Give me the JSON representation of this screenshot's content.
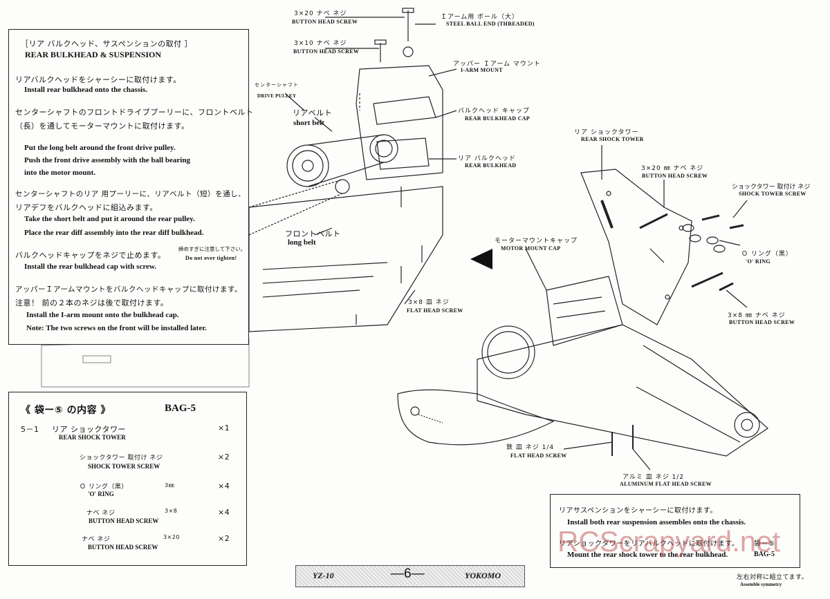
{
  "instructions": {
    "title_jp": "［リア バルクヘッド、サスペンションの取付 ］",
    "title_en": "REAR BULKHEAD & SUSPENSION",
    "s1_jp": "リアバルクヘッドをシャーシーに取付けます。",
    "s1_en": "Install rear bulkhead onto the chassis.",
    "s2_jp1": "センターシャフトのフロントドライブプーリーに、フロントベルト",
    "s2_jp2": "（長）を通してモーターマウントに取付けます。",
    "s2_en1": "Put the long belt  around the front drive pulley.",
    "s2_en2": "Push the front drive assembly with the ball bearing",
    "s2_en3": "into the motor mount.",
    "s3_jp1": "センターシャフトのリア  用プーリーに、リアベルト（短）を通し、",
    "s3_jp2": "リアデフをバルクヘッドに組込みます。",
    "s3_en1": "Take the short belt and put it around the rear pulley.",
    "s3_en2": "Place the rear diff assembly into the rear diff bulkhead.",
    "s4_jp": "バルクヘッドキャップをネジで止めます。",
    "s4_en": "Install  the rear bulkhead cap with screw.",
    "s5_jp": "アッパーＩアームマウントをバルクヘッドキャップに取付けます。",
    "s5_note_jp": "注意！    前の２本のネジは後で取付けます。",
    "s5_en1": "Install the I-arm mount onto the bulkhead cap.",
    "s5_en2": "Note:  The two screws on the front will be installed later."
  },
  "bag": {
    "title_jp": "《 袋ー⑤ の内容 》",
    "title_en": "BAG-5",
    "items": [
      {
        "code": "5－1",
        "name_jp": "リア ショックタワー",
        "name_en": "REAR SHOCK TOWER",
        "size": "",
        "qty": "×1"
      },
      {
        "code": "",
        "name_jp": "ショックタワー 取付け ネジ",
        "name_en": "SHOCK TOWER SCREW",
        "size": "",
        "qty": "×2"
      },
      {
        "code": "",
        "name_jp": "Ｏ リング（黒）",
        "name_en": "'O' RING",
        "size": "3㎜",
        "qty": "×4"
      },
      {
        "code": "",
        "name_jp": "ナベ ネジ",
        "name_en": "BUTTON HEAD SCREW",
        "size": "3×8",
        "qty": "×4"
      },
      {
        "code": "",
        "name_jp": "ナベ ネジ",
        "name_en": "BUTTON HEAD SCREW",
        "size": "3×20",
        "qty": "×2"
      }
    ]
  },
  "callouts": {
    "c1_jp": "3×20   ナベ ネジ",
    "c1_en": "BUTTON HEAD SCREW",
    "c2_jp": "3×10   ナベ ネジ",
    "c2_en": "BUTTON HEAD SCREW",
    "c3_jp": "Ｉアーム用 ボール（大）",
    "c3_en": "STEEL BALL END (THREADED)",
    "c4_jp": "アッパー Ｉアーム マウント",
    "c4_en": "I-ARM MOUNT",
    "c5_jp": "センターシャフト",
    "c5_en": "DRIVE PULLEY",
    "c6_jp": "リアベルト",
    "c6_en": "short belt",
    "c7_jp": "バルクヘッド キャップ",
    "c7_en": "REAR BULKHEAD CAP",
    "c8_jp": "リア バルクヘッド",
    "c8_en": "REAR BULKHEAD",
    "c9_jp": "フロントベルト",
    "c9_en": "long belt",
    "c10_jp": "締めすぎに注意して下さい。",
    "c10_en": "Do not over tighten!",
    "c11_jp": "3×8     皿 ネジ",
    "c11_en": "FLAT HEAD SCREW",
    "c12_jp": "リア ショックタワー",
    "c12_en": "REAR SHOCK TOWER",
    "c13_jp": "3×20 ㎜ ナベ ネジ",
    "c13_en": "BUTTON HEAD SCREW",
    "c14_jp": "ショックタワー 取付け ネジ",
    "c14_en": "SHOCK TOWER SCREW",
    "c15_jp": "モーターマウントキャップ",
    "c15_en": "MOTOR MOUNT CAP",
    "c16_jp": "Ｏ リング（黒）",
    "c16_en": "'O' RING",
    "c17_jp": "3×8  ㎜ ナベ ネジ",
    "c17_en": "BUTTON HEAD SCREW",
    "c18_jp": "鉄 皿 ネジ  1/4",
    "c18_en": "FLAT HEAD SCREW",
    "c19_jp": "アルミ 皿 ネジ  1/2",
    "c19_en": "ALUMINUM FLAT HEAD SCREW"
  },
  "suspension": {
    "jp1": "リアサスペンションをシャーシーに取付けます。",
    "en1": "Install both rear suspension assembles onto the chassis.",
    "jp2": "リアショックタワーをリアバルクヘッドに取付けます。",
    "bag_ref_jp": "袋ー⑤",
    "en2": "Mount the rear shock tower to the rear bulkhead.",
    "bag_ref_en": "BAG-5",
    "sym_jp": "左右対称に組立てます。",
    "sym_en": "Assemble symmetry"
  },
  "footer": {
    "model": "YZ-10",
    "page": "―6―",
    "brand": "YOKOMO"
  },
  "watermark": "RCScrapyard.net"
}
